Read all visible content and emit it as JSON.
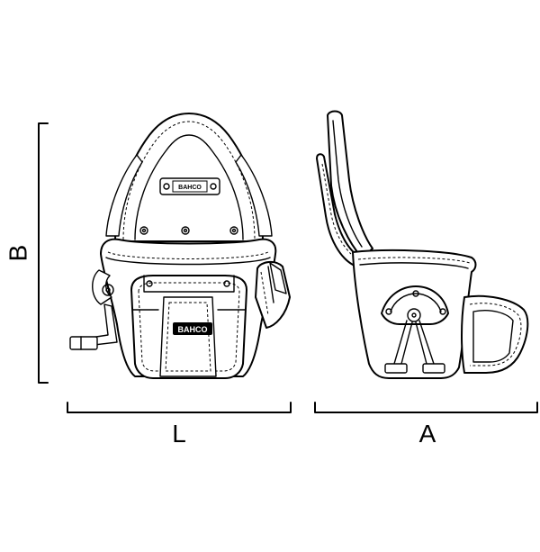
{
  "dimensions": {
    "height_label": "B",
    "length_label": "L",
    "depth_label": "A"
  },
  "front_view": {
    "strap_brand": "BAHCO",
    "pocket_brand": "BAHCO"
  }
}
